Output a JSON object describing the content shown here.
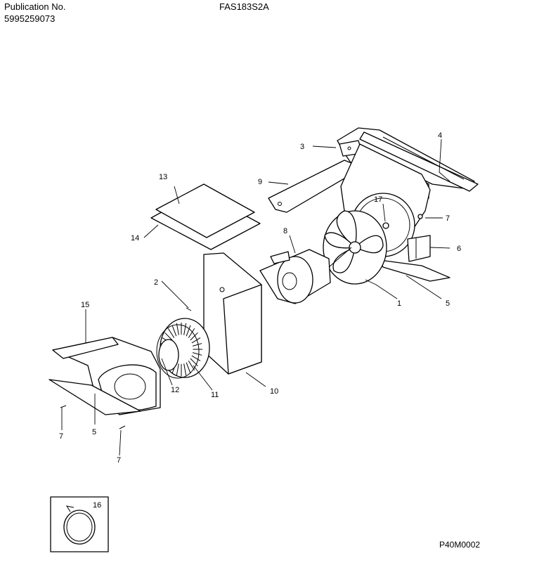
{
  "header": {
    "publication_label": "Publication No.",
    "publication_number": "5995259073",
    "model": "FAS183S2A"
  },
  "figure_code": "P40M0002",
  "callouts": {
    "c1": "1",
    "c2": "2",
    "c3": "3",
    "c4": "4",
    "c5a": "5",
    "c5b": "5",
    "c6": "6",
    "c7a": "7",
    "c7b": "7",
    "c7c": "7",
    "c8": "8",
    "c9": "9",
    "c10": "10",
    "c11": "11",
    "c12": "12",
    "c13": "13",
    "c14": "14",
    "c15": "15",
    "c16": "16",
    "c17": "17"
  }
}
